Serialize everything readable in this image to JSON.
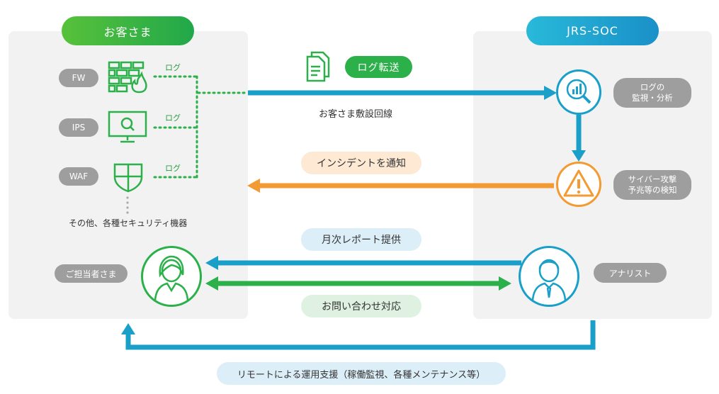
{
  "customer": {
    "header": "お客さま"
  },
  "soc": {
    "header": "JRS-SOC"
  },
  "devices": [
    {
      "label": "FW",
      "log": "ログ"
    },
    {
      "label": "IPS",
      "log": "ログ"
    },
    {
      "label": "WAF",
      "log": "ログ"
    }
  ],
  "other_devices": "その他、各種セキュリティ機器",
  "person_customer": "ご担当者さま",
  "person_analyst": "アナリスト",
  "flows": {
    "log_transfer": "ログ転送",
    "line": "お客さま敷設回線",
    "incident": "インシデントを通知",
    "report": "月次レポート提供",
    "inquiry": "お問い合わせ対応",
    "remote": "リモートによる運用支援（稼働監視、各種メンテナンス等）"
  },
  "soc_steps": [
    {
      "line1": "ログの",
      "line2": "監視・分析"
    },
    {
      "line1": "サイバー攻撃",
      "line2": "予兆等の検知"
    }
  ],
  "colors": {
    "green": "#2bb04a",
    "blue": "#1a9fc9",
    "orange": "#f39a33",
    "grey": "#9e9e9e",
    "panel": "#f2f2f2"
  }
}
